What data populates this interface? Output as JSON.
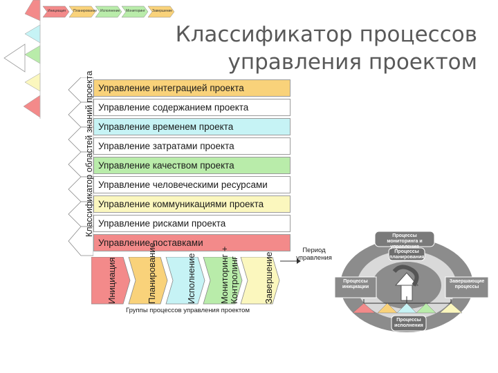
{
  "title": {
    "line1": "Классификатор процессов",
    "line2": "управления проектом"
  },
  "top_strip": {
    "labels": [
      "Инициация",
      "Планирование",
      "Исполнение",
      "Мониторинг",
      "Завершение"
    ]
  },
  "areas_label": "Классификатор областей знаний проекта",
  "areas": [
    {
      "label": "Управление интеграцией проекта",
      "color": "#f9d27a"
    },
    {
      "label": "Управление содержанием проекта",
      "color": "#ffffff"
    },
    {
      "label": "Управление временем проекта",
      "color": "#c6f3f5"
    },
    {
      "label": "Управление затратами проекта",
      "color": "#ffffff"
    },
    {
      "label": "Управление качеством проекта",
      "color": "#b9ecaa"
    },
    {
      "label": "Управление человеческими ресурсами",
      "color": "#ffffff"
    },
    {
      "label": "Управление коммуникациями проекта",
      "color": "#fbf7be"
    },
    {
      "label": "Управление рисками проекта",
      "color": "#ffffff"
    },
    {
      "label": "Управление поставками",
      "color": "#f38a8a"
    }
  ],
  "phases": [
    {
      "label": "Инициация",
      "color": "#f38a8a"
    },
    {
      "label": "Планирование",
      "color": "#f9d27a"
    },
    {
      "label": "Исполнение",
      "color": "#c6f3f5"
    },
    {
      "label": "Мониторинг + Контролинг",
      "color": "#b9ecaa"
    },
    {
      "label": "Завершение",
      "color": "#fbf7be"
    }
  ],
  "period_label": "Период управления",
  "groups_label": "Группы процессов управления проектом",
  "cycle": {
    "monitoring": "Процессы мониторинга и управления",
    "planning": "Процессы планирования",
    "initiation": "Процессы инициации",
    "closing": "Завершающие процессы",
    "executing": "Процессы исполнения"
  }
}
